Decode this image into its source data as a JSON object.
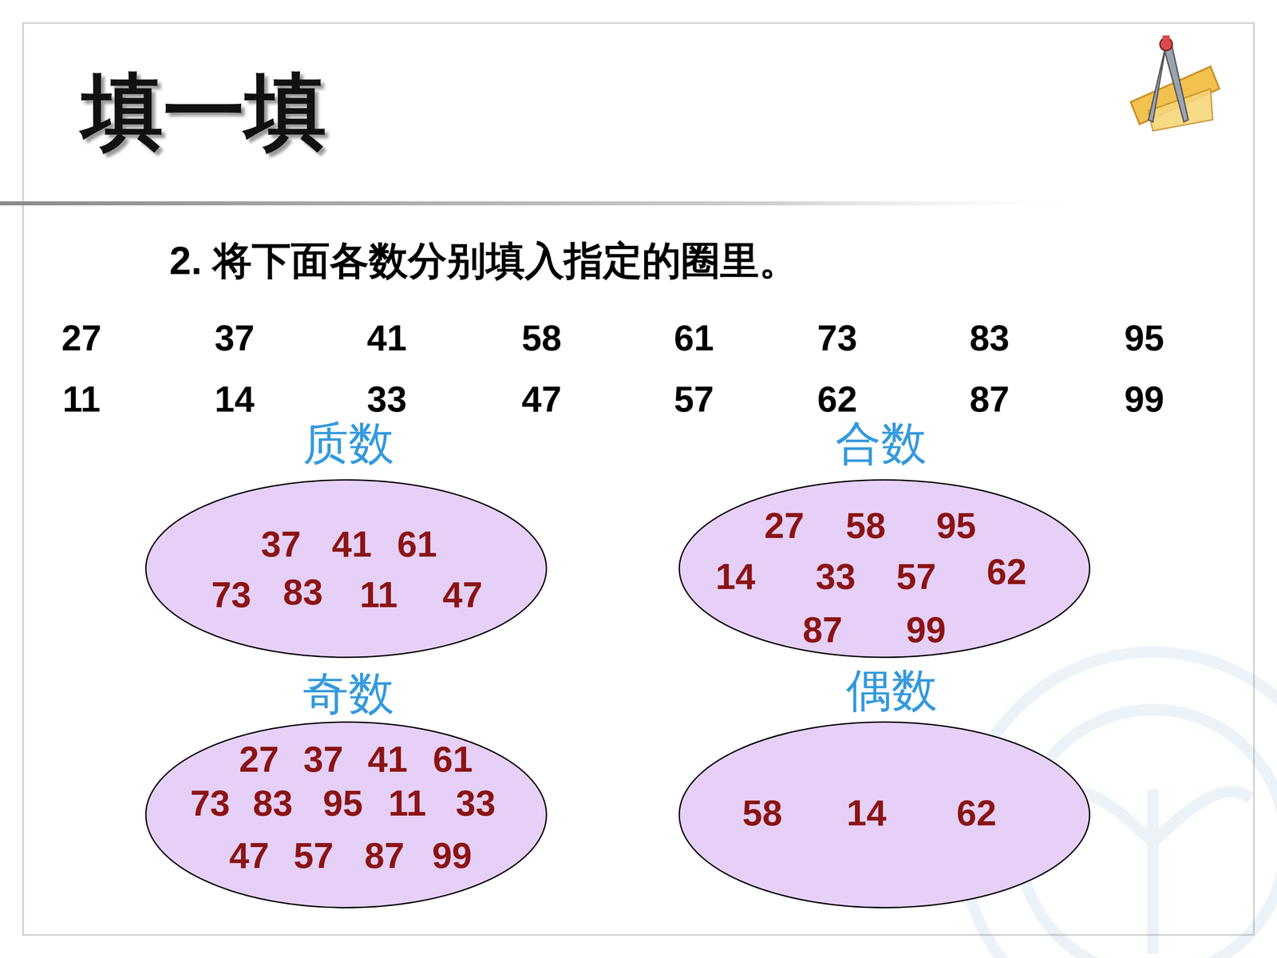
{
  "diagram": {
    "title": "填一填",
    "nodes": [
      {
        "text": [
          "质数",
          "37",
          "41",
          "61",
          "73",
          "83",
          "11",
          "47"
        ]
      },
      {
        "text": [
          "合数",
          "27",
          "58",
          "95",
          "14",
          "33",
          "57",
          "62",
          "87",
          "99"
        ]
      },
      {
        "text": [
          "奇数",
          "27",
          "37",
          "41",
          "61",
          "73",
          "83",
          "95",
          "11",
          "33",
          "47",
          "57",
          "87",
          "99"
        ]
      },
      {
        "text": [
          "偶数",
          "58",
          "14",
          "62"
        ]
      }
    ],
    "labels": [
      "2. 将下面各数分别填入指定的圈里。",
      "27",
      "37",
      "41",
      "58",
      "61",
      "73",
      "83",
      "95",
      "11",
      "14",
      "33",
      "47",
      "57",
      "62",
      "87",
      "99"
    ]
  }
}
